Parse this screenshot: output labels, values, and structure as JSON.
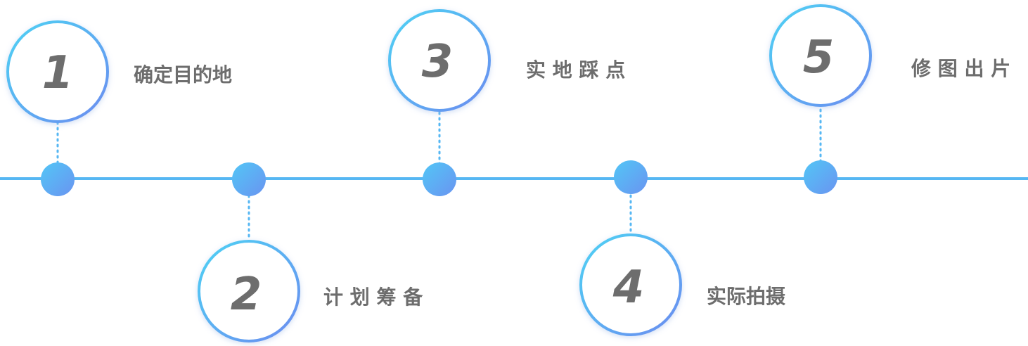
{
  "colors": {
    "line": "#56b7f3",
    "ring_start": "#4dd2f4",
    "ring_end": "#6b8cf0",
    "dot_start": "#52c6f6",
    "dot_end": "#6a94f1",
    "text": "#6d6d6d"
  },
  "steps": [
    {
      "number": "1",
      "label": "确定目的地",
      "position": "above"
    },
    {
      "number": "2",
      "label": "计 划 筹 备",
      "position": "below"
    },
    {
      "number": "3",
      "label": "实 地 踩 点",
      "position": "above"
    },
    {
      "number": "4",
      "label": "实际拍摄",
      "position": "below"
    },
    {
      "number": "5",
      "label": "修 图 出 片",
      "position": "above"
    }
  ]
}
